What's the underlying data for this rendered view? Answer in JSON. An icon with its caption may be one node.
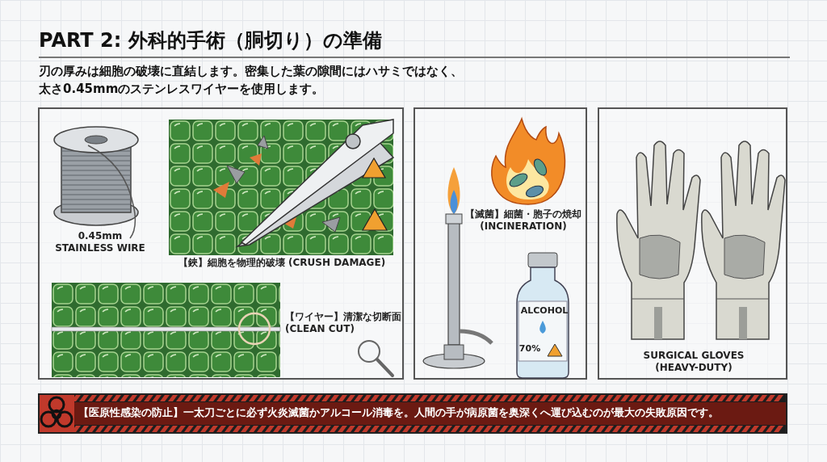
{
  "diagram": {
    "title": "PART 2: 外科的手術（胴切り）の準備",
    "nodes": [
      {
        "text": [
          "0.45mm STAINLESS WIRE",
          "【鋏】細胞を物理的破壊 (CRUSH DAMAGE)",
          "【ワイヤー】清潔な切断面 (CLEAN CUT)"
        ]
      },
      {
        "text": [
          "【滅菌】細菌・胞子の焼却 (INCINERATION)",
          "ALCOHOL",
          "70%"
        ]
      },
      {
        "text": [
          "SURGICAL GLOVES (HEAVY-DUTY)"
        ]
      },
      {
        "text": [
          "【医原性感染の防止】一太刀ごとに必ず火炎滅菌かアルコール消毒を。人間の手が病原菌を奥深くへ運び込むのが最大の失敗原因です。"
        ]
      }
    ],
    "labels": [
      "刃の厚みは細胞の破壊に直結します。密集した葉の隙間にはハサミではなく、太さ0.45mmのステンレスワイヤーを使用します。"
    ]
  }
}
